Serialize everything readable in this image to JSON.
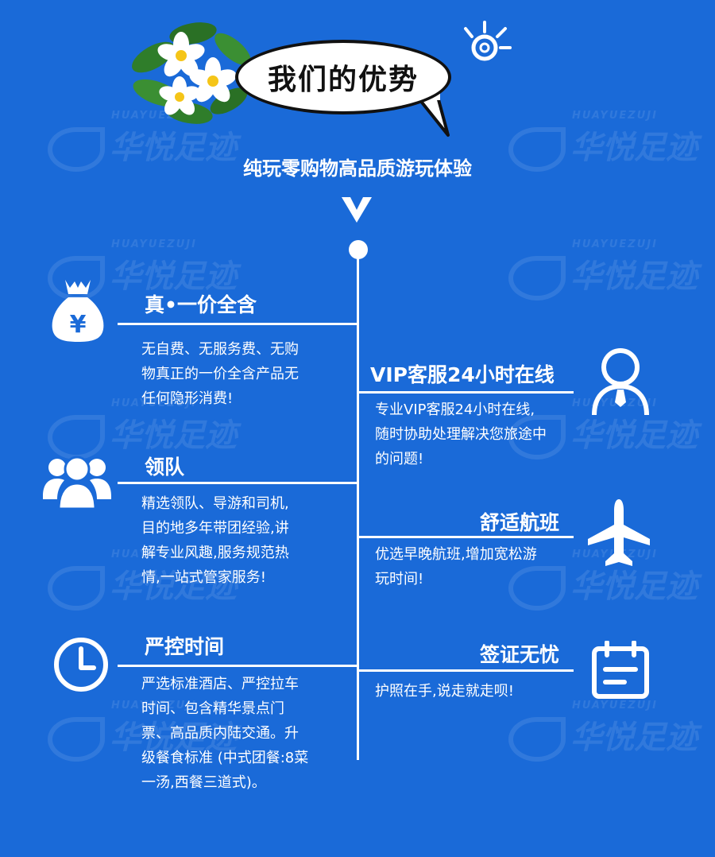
{
  "header": {
    "badge_title": "我们的优势",
    "subtitle": "纯玩零购物高品质游玩体验"
  },
  "watermark": {
    "brand": "华悦足迹",
    "brand_en": "HUAYUEZUJI"
  },
  "left_items": [
    {
      "title": "真•一价全含",
      "icon": "money-bag-yen-icon",
      "desc_lines": [
        "无自费、无服务费、无购",
        "物真正的一价全含产品无",
        "任何隐形消费!"
      ]
    },
    {
      "title": "领队",
      "icon": "group-people-icon",
      "desc_lines": [
        "精选领队、导游和司机,",
        "目的地多年带团经验,讲",
        "解专业风趣,服务规范热",
        "情,一站式管家服务!"
      ]
    },
    {
      "title": "严控时间",
      "icon": "clock-icon",
      "desc_lines": [
        "严选标准酒店、严控拉车",
        "时间、包含精华景点门",
        "票、高品质内陆交通。升",
        "级餐食标准 (中式团餐:8菜",
        "一汤,西餐三道式)。"
      ]
    }
  ],
  "right_items": [
    {
      "title": "VIP客服24小时在线",
      "icon": "customer-service-person-icon",
      "desc_lines": [
        "专业VIP客服24小时在线,",
        "随时协助处理解决您旅途中",
        "的问题!"
      ]
    },
    {
      "title": "舒适航班",
      "icon": "airplane-icon",
      "desc_lines": [
        "优选早晚航班,增加宽松游",
        "玩时间!"
      ]
    },
    {
      "title": "签证无忧",
      "icon": "calendar-document-icon",
      "desc_lines": [
        "护照在手,说走就走呗!"
      ]
    }
  ],
  "colors": {
    "background": "#1a6ad8",
    "foreground": "#ffffff",
    "badge_text": "#111111"
  }
}
